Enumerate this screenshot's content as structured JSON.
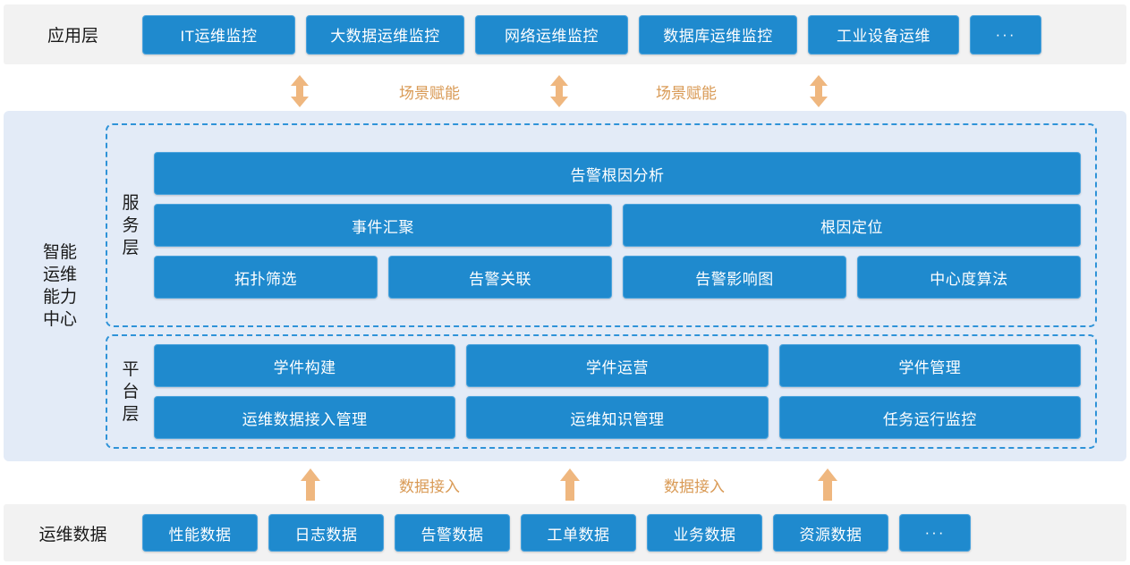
{
  "colors": {
    "box_fill": "#1f8ace",
    "box_border": "#4aa3dd",
    "band_bg": "#f2f2f2",
    "center_panel_bg": "#e3ebf7",
    "dashed_border": "#2f93d8",
    "arrow": "#efb77f",
    "connector_label": "#d99a55",
    "text_dark": "#1a1a1a",
    "text_light": "#ffffff"
  },
  "application_layer": {
    "label": "应用层",
    "items": [
      {
        "label": "IT运维监控"
      },
      {
        "label": "大数据运维监控"
      },
      {
        "label": "网络运维监控"
      },
      {
        "label": "数据库运维监控"
      },
      {
        "label": "工业设备运维"
      },
      {
        "label": "···"
      }
    ]
  },
  "connectors_top": {
    "labels": [
      "场景赋能",
      "场景赋能"
    ],
    "arrow_icon": "double-headed-vertical-arrow-icon",
    "arrow_count": 3
  },
  "capability_center": {
    "label_lines": [
      "智能",
      "运维",
      "能力",
      "中心"
    ],
    "service_layer": {
      "label_lines": [
        "服",
        "务",
        "层"
      ],
      "rows": [
        [
          {
            "label": "告警根因分析",
            "span": 4
          }
        ],
        [
          {
            "label": "事件汇聚",
            "span": 2
          },
          {
            "label": "根因定位",
            "span": 2
          }
        ],
        [
          {
            "label": "拓扑筛选",
            "span": 1
          },
          {
            "label": "告警关联",
            "span": 1
          },
          {
            "label": "告警影响图",
            "span": 1
          },
          {
            "label": "中心度算法",
            "span": 1
          }
        ]
      ]
    },
    "platform_layer": {
      "label_lines": [
        "平",
        "台",
        "层"
      ],
      "rows": [
        [
          {
            "label": "学件构建"
          },
          {
            "label": "学件运营"
          },
          {
            "label": "学件管理"
          }
        ],
        [
          {
            "label": "运维数据接入管理"
          },
          {
            "label": "运维知识管理"
          },
          {
            "label": "任务运行监控"
          }
        ]
      ]
    }
  },
  "connectors_bottom": {
    "labels": [
      "数据接入",
      "数据接入"
    ],
    "arrow_icon": "up-arrow-icon",
    "arrow_count": 3
  },
  "data_layer": {
    "label": "运维数据",
    "items": [
      {
        "label": "性能数据"
      },
      {
        "label": "日志数据"
      },
      {
        "label": "告警数据"
      },
      {
        "label": "工单数据"
      },
      {
        "label": "业务数据"
      },
      {
        "label": "资源数据"
      },
      {
        "label": "···"
      }
    ]
  }
}
